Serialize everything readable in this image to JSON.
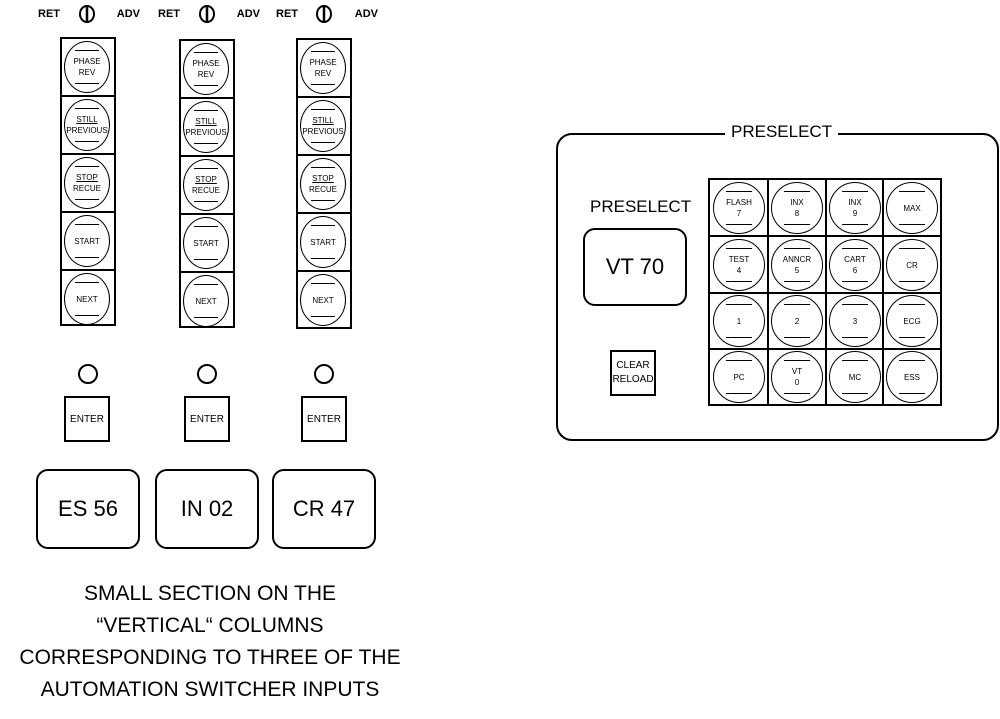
{
  "columns": [
    {
      "ret_label": "RET",
      "adv_label": "ADV",
      "buttons": [
        {
          "line1": "PHASE",
          "line2": "REV"
        },
        {
          "line1": "STILL",
          "line2": "PREVIOUS"
        },
        {
          "line1": "STOP",
          "line2": "RECUE"
        },
        {
          "line1": "START",
          "line2": ""
        },
        {
          "line1": "NEXT",
          "line2": ""
        }
      ],
      "enter_label": "ENTER",
      "source": "ES 56"
    },
    {
      "ret_label": "RET",
      "adv_label": "ADV",
      "buttons": [
        {
          "line1": "PHASE",
          "line2": "REV"
        },
        {
          "line1": "STILL",
          "line2": "PREVIOUS"
        },
        {
          "line1": "STOP",
          "line2": "RECUE"
        },
        {
          "line1": "START",
          "line2": ""
        },
        {
          "line1": "NEXT",
          "line2": ""
        }
      ],
      "enter_label": "ENTER",
      "source": "IN 02"
    },
    {
      "ret_label": "RET",
      "adv_label": "ADV",
      "buttons": [
        {
          "line1": "PHASE",
          "line2": "REV"
        },
        {
          "line1": "STILL",
          "line2": "PREVIOUS"
        },
        {
          "line1": "STOP",
          "line2": "RECUE"
        },
        {
          "line1": "START",
          "line2": ""
        },
        {
          "line1": "NEXT",
          "line2": ""
        }
      ],
      "enter_label": "ENTER",
      "source": "CR 47"
    }
  ],
  "caption": {
    "line1": "SMALL SECTION ON THE",
    "line2": "“VERTICAL“ COLUMNS",
    "line3": "CORRESPONDING TO THREE OF THE",
    "line4": "AUTOMATION SWITCHER INPUTS"
  },
  "preselect_panel": {
    "title": "PRESELECT",
    "label": "PRESELECT",
    "selected": "VT 70",
    "clear_line1": "CLEAR",
    "clear_line2": "RELOAD",
    "keys": [
      {
        "line1": "FLASH",
        "line2": "7"
      },
      {
        "line1": "INX",
        "line2": "8"
      },
      {
        "line1": "INX",
        "line2": "9"
      },
      {
        "line1": "MAX",
        "line2": ""
      },
      {
        "line1": "TEST",
        "line2": "4"
      },
      {
        "line1": "ANNCR",
        "line2": "5"
      },
      {
        "line1": "CART",
        "line2": "6"
      },
      {
        "line1": "CR",
        "line2": ""
      },
      {
        "line1": "1",
        "line2": ""
      },
      {
        "line1": "2",
        "line2": ""
      },
      {
        "line1": "3",
        "line2": ""
      },
      {
        "line1": "ECG",
        "line2": ""
      },
      {
        "line1": "PC",
        "line2": ""
      },
      {
        "line1": "VT",
        "line2": "0"
      },
      {
        "line1": "MC",
        "line2": ""
      },
      {
        "line1": "ESS",
        "line2": ""
      }
    ]
  }
}
